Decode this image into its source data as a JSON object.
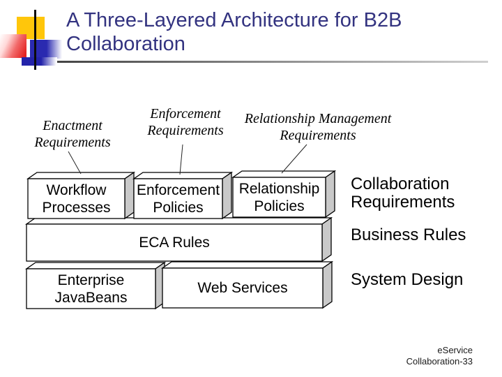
{
  "title": {
    "line1": "A Three-Layered Architecture for B2B",
    "line2": "Collaboration"
  },
  "requirement_labels": {
    "enactment": {
      "line1": "Enactment",
      "line2": "Requirements"
    },
    "enforcement": {
      "line1": "Enforcement",
      "line2": "Requirements"
    },
    "relationship": {
      "line1": "Relationship Management",
      "line2": "Requirements"
    }
  },
  "boxes": {
    "workflow": {
      "line1": "Workflow",
      "line2": "Processes"
    },
    "enforcement_policies": {
      "line1": "Enforcement",
      "line2": "Policies"
    },
    "relationship_policies": {
      "line1": "Relationship",
      "line2": "Policies"
    },
    "eca": {
      "label": "ECA Rules"
    },
    "ejb": {
      "line1": "Enterprise",
      "line2": "JavaBeans"
    },
    "web": {
      "label": "Web Services"
    }
  },
  "side_labels": {
    "collaboration": {
      "line1": "Collaboration",
      "line2": "Requirements"
    },
    "business": "Business Rules",
    "system": "System Design"
  },
  "footer": {
    "line1": "eService",
    "line2": "Collaboration-33"
  },
  "colors": {
    "title_text": "#333380",
    "accent_yellow": "#FFC60B",
    "accent_blue": "#2A2AB0",
    "accent_red": "#E32222",
    "box_face": "#FFFFFF",
    "box_side": "#C9C9C9",
    "box_border": "#000000"
  }
}
